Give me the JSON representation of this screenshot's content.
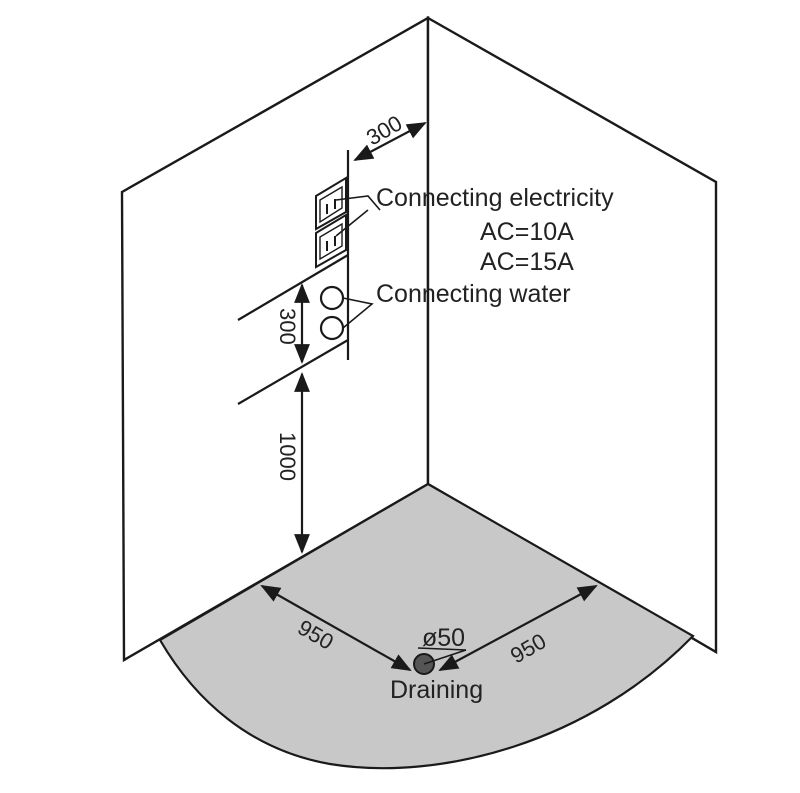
{
  "labels": {
    "electricity": "Connecting electricity",
    "ac_10": "AC=10A",
    "ac_15": "AC=15A",
    "water": "Connecting water",
    "draining": "Draining",
    "drain_diameter": "ø50"
  },
  "dimensions": {
    "outlet_offset": "300",
    "outlet_height": "300",
    "wall_height": "1000",
    "left_depth": "950",
    "right_depth": "950"
  },
  "colors": {
    "floor": "#c8c8c8",
    "line": "#1a1a1a",
    "wall": "#ffffff",
    "drain": "#555555"
  }
}
